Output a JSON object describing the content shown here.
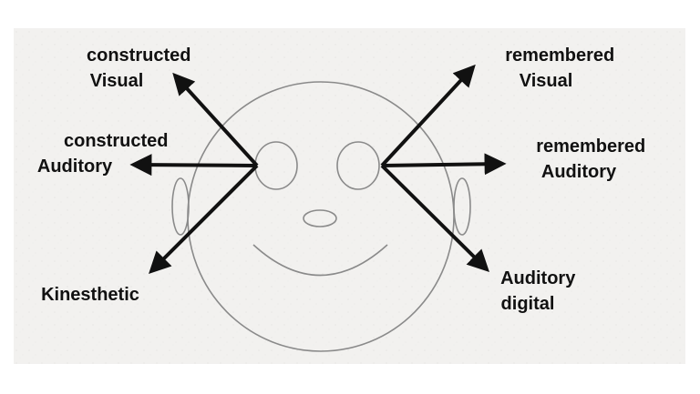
{
  "labels": {
    "constructed_visual": [
      "constructed",
      "Visual"
    ],
    "constructed_auditory": [
      "constructed",
      "Auditory"
    ],
    "kinesthetic": [
      "Kinesthetic"
    ],
    "remembered_visual": [
      "remembered",
      "Visual"
    ],
    "remembered_auditory": [
      "remembered",
      "Auditory"
    ],
    "auditory_digital": [
      "Auditory",
      "digital"
    ]
  },
  "colors": {
    "background": "#f2f1ef",
    "ink": "#111111",
    "outline": "#8a8a8a"
  }
}
